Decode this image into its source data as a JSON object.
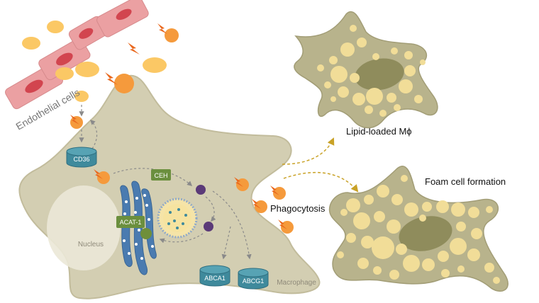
{
  "labels": {
    "endothelial": "Endothelial cells",
    "lipid_loaded": "Lipid-loaded Mϕ",
    "foam_cell": "Foam cell formation",
    "phagocytosis": "Phagocytosis",
    "nucleus": "Nucleus",
    "macrophage": "Macrophage",
    "cd36": "CD36",
    "ceh": "CEH",
    "acat1": "ACAT-1",
    "abca1": "ABCA1",
    "abcg1": "ABCG1"
  },
  "colors": {
    "cell_fill": "#d3ceb2",
    "cell_edge": "#c2bc9c",
    "star_cell": "#b8b38c",
    "star_edge": "#a29d76",
    "droplet": "#f1dd98",
    "nucleus_dark": "#8f8c5c",
    "endothelial": "#eba0a2",
    "endothelial_nucleus": "#d2454f",
    "lipoprotein": "#fbc865",
    "oxidized_lipoprotein": "#f59a3c",
    "lightning": "#e9681e",
    "er": "#4a7bb0",
    "transporter": "#3f8a9c",
    "green_label": "#6b8f3e",
    "vesicle_purple": "#5b3a78",
    "arrow_gold": "#c9a227"
  }
}
